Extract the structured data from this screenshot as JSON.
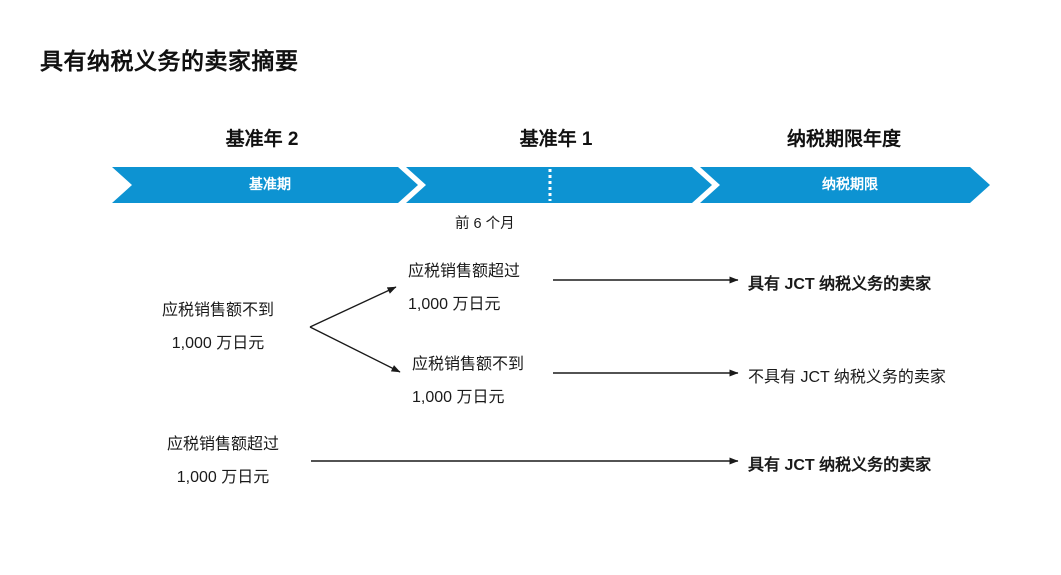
{
  "page": {
    "title": "具有纳税义务的卖家摘要",
    "accent_color": "#0d93d2",
    "text_color": "#1a1a1a",
    "background_color": "#ffffff"
  },
  "timeline": {
    "headers": [
      {
        "label": "基准年 2"
      },
      {
        "label": "基准年 1"
      },
      {
        "label": "纳税期限年度"
      }
    ],
    "segments": [
      {
        "label": "基准期"
      },
      {
        "label": ""
      },
      {
        "label": "纳税期限"
      }
    ],
    "divider_caption": "前 6 个月"
  },
  "flow": {
    "base_low": {
      "line1": "应税销售额不到",
      "line2": "1,000 万日元"
    },
    "branch_high": {
      "line1": "应税销售额超过",
      "line2": "1,000 万日元"
    },
    "branch_low": {
      "line1": "应税销售额不到",
      "line2": "1,000 万日元"
    },
    "base_high": {
      "line1": "应税销售额超过",
      "line2": "1,000 万日元"
    },
    "outcome_top": "具有 JCT 纳税义务的卖家",
    "outcome_middle": "不具有 JCT 纳税义务的卖家",
    "outcome_bottom": "具有 JCT 纳税义务的卖家"
  }
}
